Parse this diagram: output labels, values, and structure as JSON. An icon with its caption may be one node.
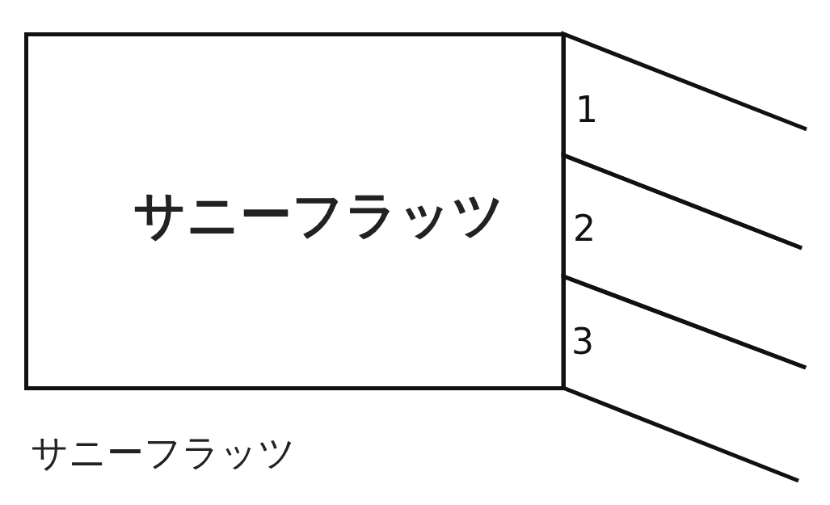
{
  "diagram": {
    "nodes": [
      {
        "text": [
          "サニーフラッツ"
        ]
      },
      {
        "text": [
          "1"
        ]
      },
      {
        "text": [
          "2"
        ]
      },
      {
        "text": [
          "3"
        ]
      }
    ],
    "labels": [
      "サニーフラッツ"
    ]
  }
}
